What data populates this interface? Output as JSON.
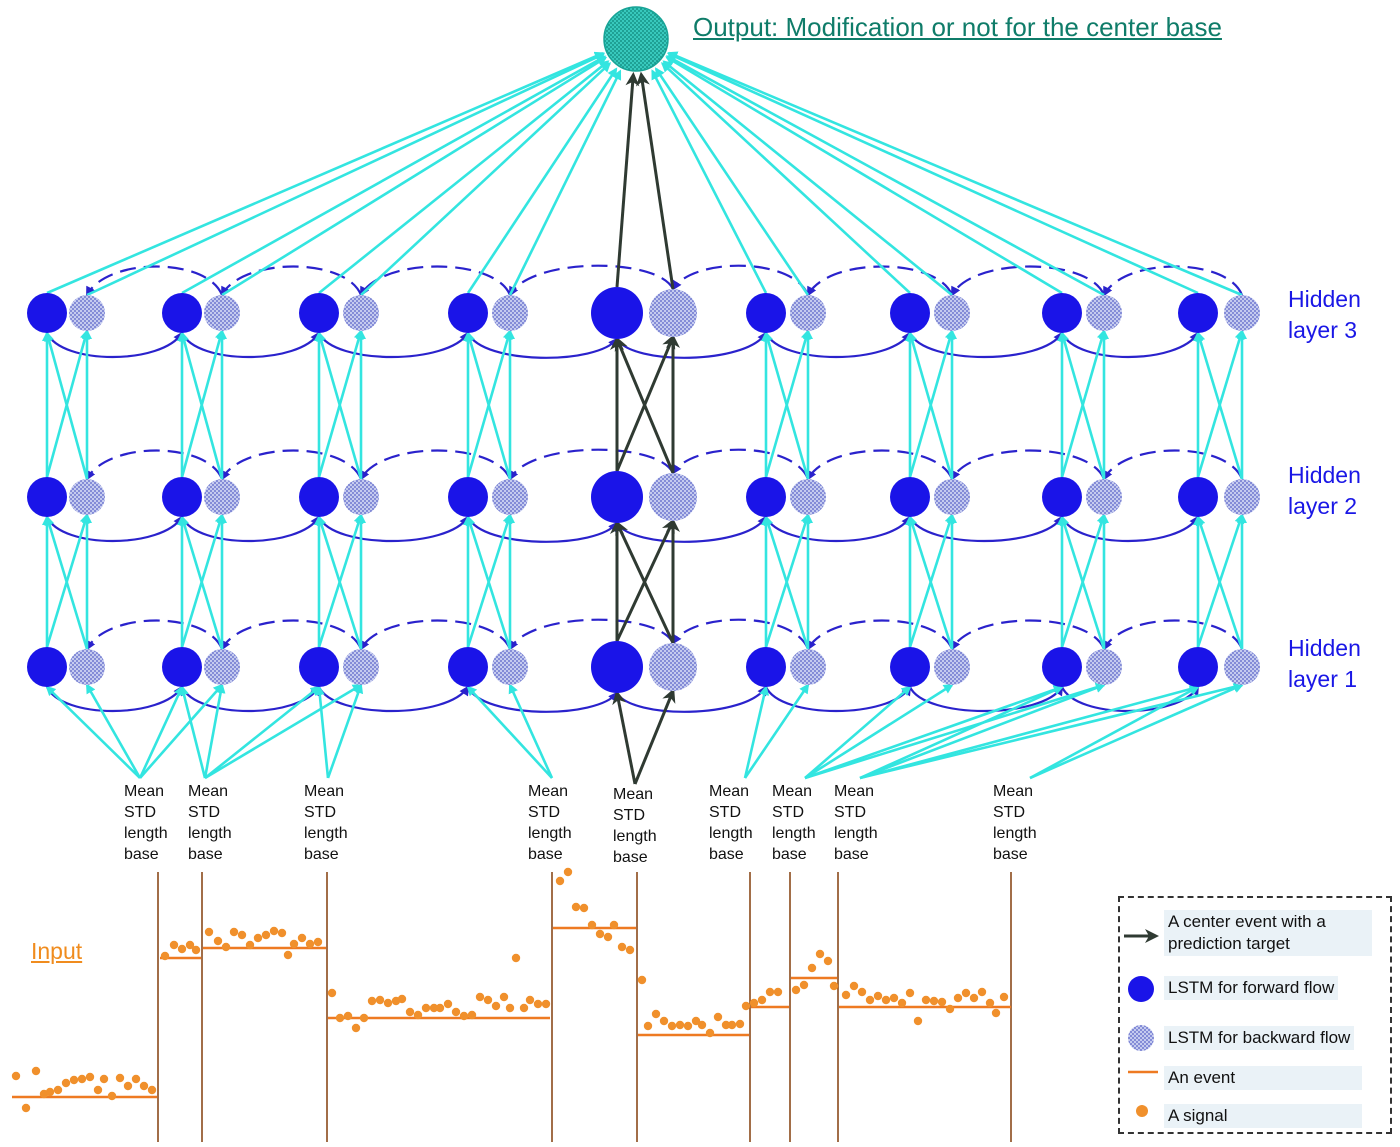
{
  "output_label": "Output: Modification or not for the center base",
  "input_label": "Input",
  "hidden_layers": [
    {
      "line1": "Hidden",
      "line2": "layer 3"
    },
    {
      "line1": "Hidden",
      "line2": "layer 2"
    },
    {
      "line1": "Hidden",
      "line2": "layer 1"
    }
  ],
  "feature_lines": [
    "Mean",
    "STD",
    "length",
    "base"
  ],
  "legend": {
    "center_event": "A center event with a prediction target",
    "center_event_line1": "A center event with a",
    "center_event_line2": "prediction target",
    "forward": "LSTM for forward flow",
    "backward": "LSTM for backward flow",
    "event": "An event",
    "signal": "A signal"
  },
  "colors": {
    "forward_lstm": "#1a14e8",
    "backward_lstm": "#9aa3e0",
    "output_node": "#1bb5a6",
    "cyan_arrow": "#33e5e0",
    "center_arrow": "#2f3a32",
    "recurrent": "#2a22cc",
    "event_line": "#ee7a22",
    "signal_dot": "#f0902c",
    "boundary": "#8a4a1a",
    "output_text": "#0f7c69",
    "hidden_text": "#1a17e6",
    "input_text": "#f08c1e"
  }
}
